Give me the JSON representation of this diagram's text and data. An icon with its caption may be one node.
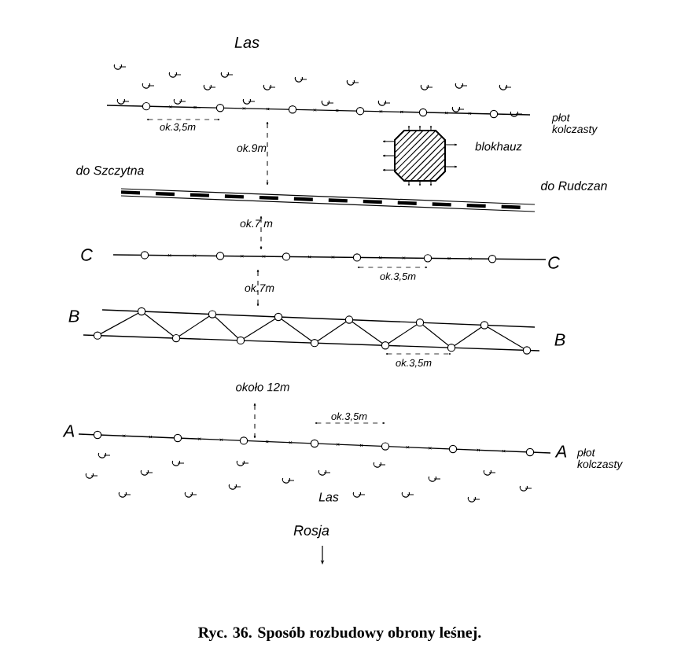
{
  "diagram": {
    "caption": "Ryc. 36.   Sposób rozbudowy obrony leśnej.",
    "labels": [
      "Las",
      "ok.3,5m",
      "płot kolczasty",
      "ok.9m",
      "blokhauz",
      "do Szczytna",
      "do Rudczan",
      "ok.7 m",
      "C",
      "C",
      "ok.3,5m",
      "ok.7m",
      "B",
      "B",
      "ok.3,5m",
      "około 12m",
      "A",
      "ok.3,5m",
      "A",
      "płot kolczasty",
      "Las",
      "Rosja"
    ]
  }
}
